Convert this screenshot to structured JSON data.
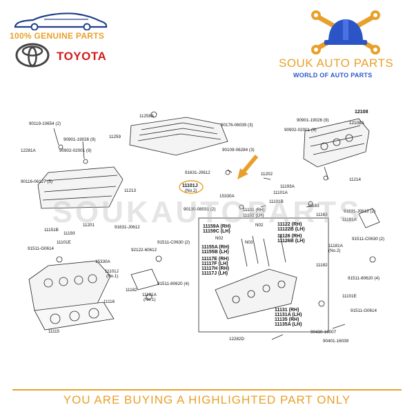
{
  "header": {
    "genuine_label": "100% GENUINE PARTS",
    "brand_name": "TOYOTA",
    "shop_name": "SOUK AUTO PARTS",
    "shop_tagline": "WORLD OF AUTO PARTS"
  },
  "watermark": "SOUKAUTOPARTS",
  "footer": {
    "notice": "YOU ARE BUYING A HIGHLIGHTED PART ONLY"
  },
  "colors": {
    "accent": "#e8a02a",
    "toyota_red": "#d31b1b",
    "tagline_blue": "#2b55c7",
    "highlight": "#e8a02a"
  },
  "diagram": {
    "highlighted_part": "11101J",
    "highlighted_note": "(No.2)",
    "labels": {
      "p11258a": "11258A",
      "p11259": "11259",
      "p90176": "90176-06039 (3)",
      "p90109": "90109-06284 (3)",
      "p90119": "90119-10654 (2)",
      "p12281a": "12281A",
      "p90901a": "90901-19026 (9)",
      "p90902a": "90902-02001 (9)",
      "p90116": "90116-06127 (5)",
      "p11213": "11213",
      "p11151b": "11151B",
      "p11201": "11201",
      "p11193": "11193",
      "p91631a": "91631-J0612",
      "p91631b": "91631-J0612",
      "p15330a1": "15330A",
      "p90130": "90130-08031 (2)",
      "p11101a": "11101A",
      "p11101b": "11101B",
      "p11101rh": "11101 (RH)",
      "p11102lh": "11102 (LH)",
      "p11183": "11183",
      "p11163": "11163",
      "p90901b": "90901-19026 (9)",
      "p90902b": "90902-02001 (9)",
      "p12108": "12108",
      "p12108a": "12108A",
      "p11202": "11202",
      "p11193a": "11193A",
      "p11214": "11214",
      "p91631c": "91631-J0612 (2)",
      "p11181a1": "11181A",
      "p11159a": "11159A (RH)",
      "p11159c": "11159C (LH)",
      "pn02a": "N02",
      "pn02b": "N02",
      "pn03": "N03",
      "p11155a": "11155A (RH)",
      "p11155b": "11155B (LH)",
      "p11117e": "11117E (RH)",
      "p11117f": "11117F (LH)",
      "p11117h": "11117H (RH)",
      "p11117j": "11117J (LH)",
      "p11122": "11122 (RH)",
      "p11122b": "11122B (LH)",
      "p11126": "11126 (RH)",
      "p11126b": "11126B (LH)",
      "p11101e1": "11101E",
      "p91511a": "91511-G0614",
      "p15330a2": "15330A",
      "p11101j1": "11101J",
      "pno1a": "(No.1)",
      "p92122": "92122-60612",
      "p91511b": "91511-C0630 (2)",
      "p11182a": "11182",
      "p11181a2": "11181A",
      "pno1b": "(No.1)",
      "p91511c": "91511-80620 (4)",
      "p11116": "11116",
      "p11115": "11115",
      "p91511d": "91511-C0630 (2)",
      "p11181a3": "11181A",
      "pno2b": "(No.2)",
      "p11182b": "11182",
      "p91511e": "91511-80620 (4)",
      "p11101e2": "11101E",
      "p91511f": "91511-G0614",
      "p11131": "11131 (RH)",
      "p11131a": "11131A (LH)",
      "p11135": "11135 (RH)",
      "p11135a": "11135A (LH)",
      "p90430": "90430-16007",
      "p90401": "90401-16039",
      "p12282d": "12282D"
    }
  }
}
